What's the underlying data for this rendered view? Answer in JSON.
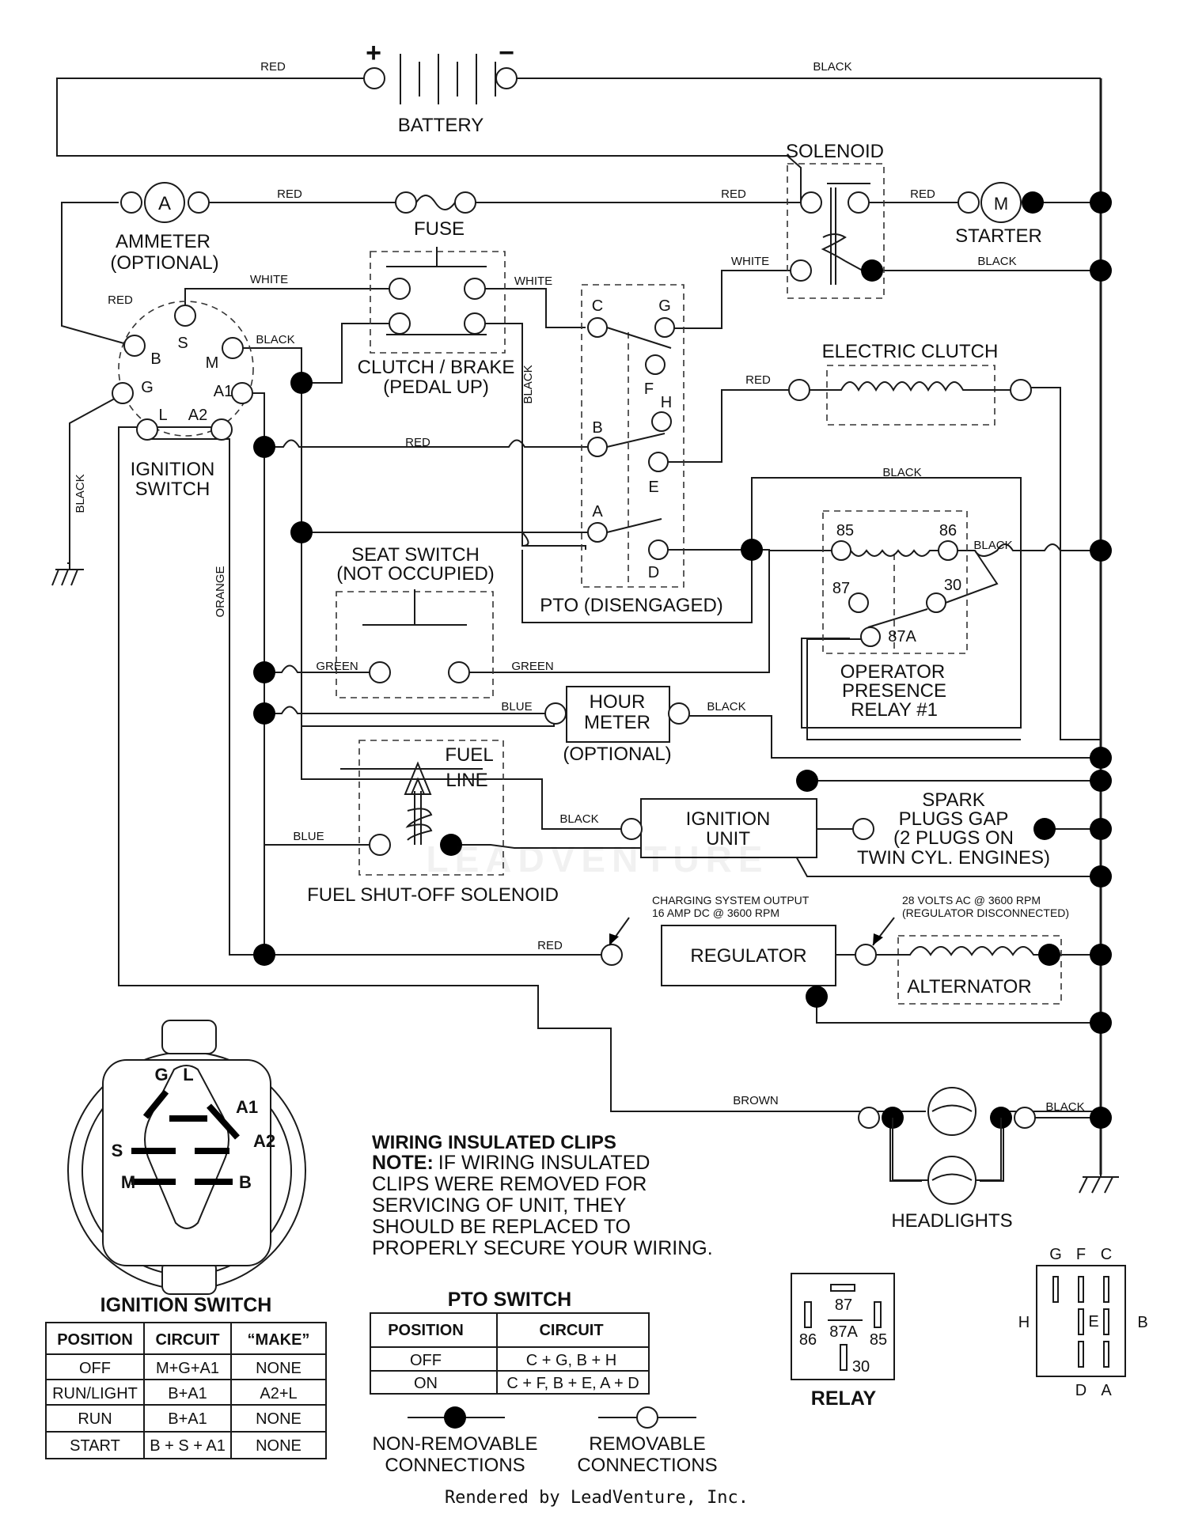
{
  "footer": "Rendered by LeadVenture, Inc.",
  "watermark": "LEADVENTURE",
  "components": {
    "battery": "BATTERY",
    "battery_plus": "+",
    "battery_minus": "−",
    "solenoid": "SOLENOID",
    "ammeter": "AMMETER",
    "ammeter_optional": "(OPTIONAL)",
    "ammeter_symbol": "A",
    "fuse": "FUSE",
    "starter": "STARTER",
    "starter_symbol": "M",
    "clutch_brake": "CLUTCH / BRAKE",
    "clutch_brake_state": "(PEDAL UP)",
    "ignition_switch_l1": "IGNITION",
    "ignition_switch_l2": "SWITCH",
    "electric_clutch": "ELECTRIC CLUTCH",
    "pto": "PTO (DISENGAGED)",
    "seat_switch": "SEAT SWITCH",
    "seat_switch_state": "(NOT OCCUPIED)",
    "relay_l1": "OPERATOR",
    "relay_l2": "PRESENCE",
    "relay_l3": "RELAY #1",
    "hour_meter_l1": "HOUR",
    "hour_meter_l2": "METER",
    "hour_meter_optional": "(OPTIONAL)",
    "fuel_line_l1": "FUEL",
    "fuel_line_l2": "LINE",
    "fuel_solenoid": "FUEL SHUT-OFF SOLENOID",
    "ignition_unit_l1": "IGNITION",
    "ignition_unit_l2": "UNIT",
    "spark_l1": "SPARK",
    "spark_l2": "PLUGS GAP",
    "spark_l3": "(2 PLUGS ON",
    "spark_l4": "TWIN CYL. ENGINES)",
    "regulator": "REGULATOR",
    "alternator": "ALTERNATOR",
    "charging_l1": "CHARGING SYSTEM OUTPUT",
    "charging_l2": "16 AMP DC @ 3600 RPM",
    "volts_l1": "28 VOLTS AC @ 3600 RPM",
    "volts_l2": "(REGULATOR DISCONNECTED)",
    "headlights": "HEADLIGHTS"
  },
  "terminals": {
    "ign": [
      "B",
      "S",
      "M",
      "G",
      "L",
      "A2",
      "A1"
    ],
    "pto": [
      "C",
      "G",
      "F",
      "H",
      "B",
      "E",
      "A",
      "D"
    ],
    "relay": [
      "85",
      "86",
      "87",
      "30",
      "87A"
    ]
  },
  "wire_colors": {
    "red": "RED",
    "black": "BLACK",
    "white": "WHITE",
    "orange": "ORANGE",
    "green": "GREEN",
    "blue": "BLUE",
    "brown": "BROWN"
  },
  "note": {
    "title": "WIRING INSULATED CLIPS",
    "prefix": "NOTE:",
    "l1": "IF WIRING INSULATED",
    "l2": "CLIPS WERE REMOVED FOR",
    "l3": "SERVICING OF UNIT, THEY",
    "l4": "SHOULD BE REPLACED TO",
    "l5": "PROPERLY SECURE YOUR WIRING."
  },
  "ign_face": [
    "G",
    "L",
    "A1",
    "A2",
    "S",
    "M",
    "B"
  ],
  "ign_table": {
    "title": "IGNITION SWITCH",
    "headers": [
      "POSITION",
      "CIRCUIT",
      "“MAKE”"
    ],
    "rows": [
      [
        "OFF",
        "M+G+A1",
        "NONE"
      ],
      [
        "RUN/LIGHT",
        "B+A1",
        "A2+L"
      ],
      [
        "RUN",
        "B+A1",
        "NONE"
      ],
      [
        "START",
        "B + S + A1",
        "NONE"
      ]
    ]
  },
  "pto_table": {
    "title": "PTO SWITCH",
    "headers": [
      "POSITION",
      "CIRCUIT"
    ],
    "rows": [
      [
        "OFF",
        "C + G, B + H"
      ],
      [
        "ON",
        "C + F, B + E, A + D"
      ]
    ]
  },
  "legend": {
    "nonremovable_l1": "NON-REMOVABLE",
    "nonremovable_l2": "CONNECTIONS",
    "removable_l1": "REMOVABLE",
    "removable_l2": "CONNECTIONS"
  },
  "relay_diagram": {
    "label": "RELAY",
    "pins": [
      "87",
      "87A",
      "86",
      "85",
      "30"
    ]
  },
  "pto_pinout": {
    "top": [
      "G",
      "F",
      "C"
    ],
    "left": "H",
    "center": "E",
    "right": "B",
    "bottom": [
      "D",
      "A"
    ]
  }
}
